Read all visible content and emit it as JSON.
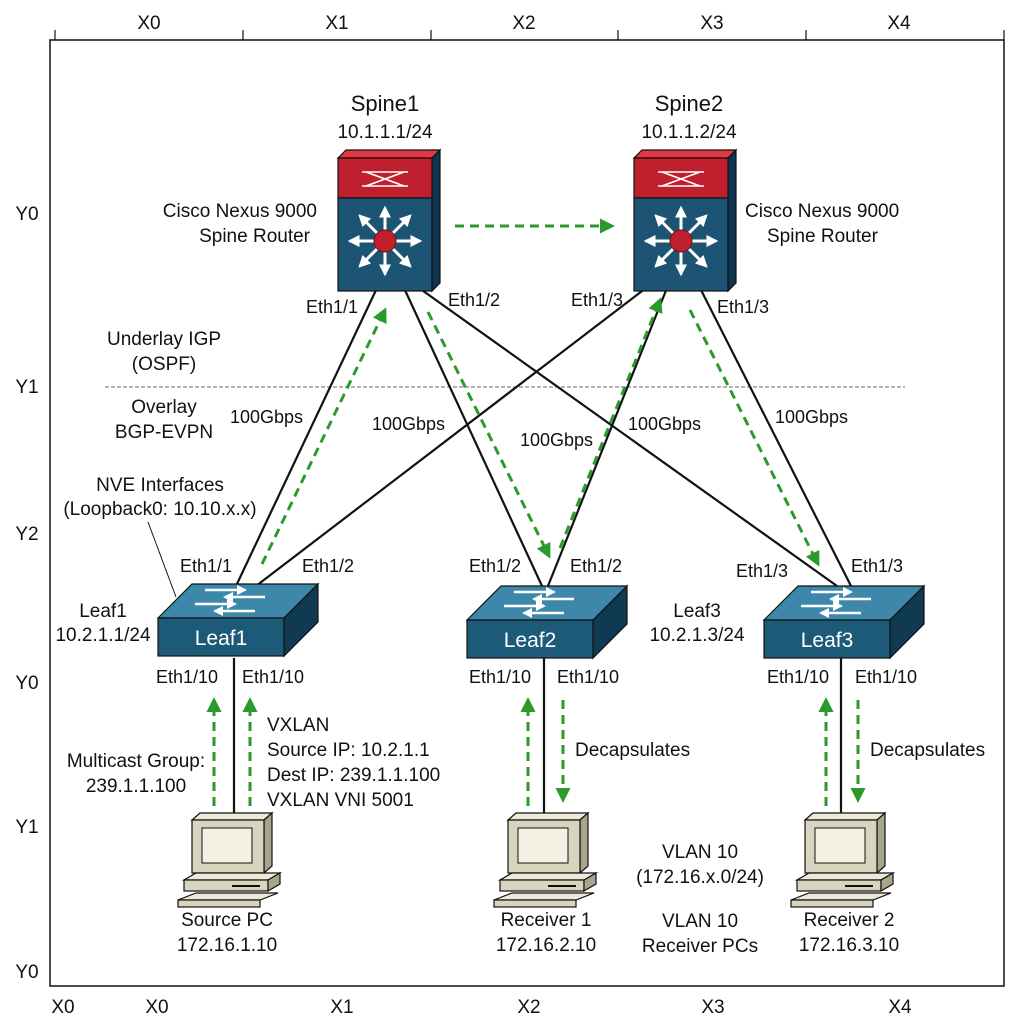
{
  "grid": {
    "top_cols": [
      "X0",
      "X1",
      "X2",
      "X3",
      "X4"
    ],
    "bottom_cols": [
      "X0",
      "X0",
      "X1",
      "X2",
      "X3",
      "X4"
    ],
    "rows": [
      "Y0",
      "Y1",
      "Y2",
      "Y0",
      "Y1",
      "Y0"
    ]
  },
  "spines": [
    {
      "name": "Spine1",
      "ip": "10.1.1.1/24",
      "model_line1": "Cisco Nexus 9000",
      "model_line2": "Spine Router"
    },
    {
      "name": "Spine2",
      "ip": "10.1.1.2/24",
      "model_line1": "Cisco Nexus 9000",
      "model_line2": "Spine Router"
    }
  ],
  "leaves": [
    {
      "name": "Leaf1",
      "label": "Leaf1",
      "ip": "10.2.1.1/24"
    },
    {
      "name": "Leaf2"
    },
    {
      "name": "Leaf3",
      "label": "Leaf3",
      "ip": "10.2.1.3/24"
    }
  ],
  "spine_ports": {
    "spine1_left": "Eth1/1",
    "spine1_right": "Eth1/2",
    "spine2_left": "Eth1/3",
    "spine2_right": "Eth1/3"
  },
  "leaf_ports": {
    "leaf1_up_left": "Eth1/1",
    "leaf1_up_right": "Eth1/2",
    "leaf2_up_left": "Eth1/2",
    "leaf2_up_right": "Eth1/2",
    "leaf3_up_left": "Eth1/3",
    "leaf3_up_right": "Eth1/3",
    "leaf1_down_left": "Eth1/10",
    "leaf1_down_right": "Eth1/10",
    "leaf2_down_left": "Eth1/10",
    "leaf2_down_right": "Eth1/10",
    "leaf3_down_left": "Eth1/10",
    "leaf3_down_right": "Eth1/10"
  },
  "links": {
    "l1": "100Gbps",
    "l2": "100Gbps",
    "l3": "100Gbps",
    "l4": "100Gbps",
    "l5": "100Gbps"
  },
  "layers": {
    "underlay_line1": "Underlay IGP",
    "underlay_line2": "(OSPF)",
    "overlay_line1": "Overlay",
    "overlay_line2": "BGP-EVPN"
  },
  "nve": {
    "line1": "NVE Interfaces",
    "line2": "(Loopback0: 10.10.x.x)"
  },
  "multicast": {
    "line1": "Multicast Group:",
    "line2": "239.1.1.100"
  },
  "vxlan_info": {
    "line1": "VXLAN",
    "line2": "Source IP: 10.2.1.1",
    "line3": "Dest IP: 239.1.1.100",
    "line4": "VXLAN VNI 5001"
  },
  "decap": {
    "receiver1": "Decapsulates",
    "receiver2": "Decapsulates"
  },
  "hosts": [
    {
      "name": "Source PC",
      "ip": "172.16.1.10"
    },
    {
      "name": "Receiver 1",
      "ip": "172.16.2.10"
    },
    {
      "name": "Receiver 2",
      "ip": "172.16.3.10"
    }
  ],
  "vlan": {
    "line1": "VLAN 10",
    "line2": "(172.16.x.0/24)",
    "line3": "VLAN 10",
    "line4": "Receiver PCs"
  },
  "colors": {
    "router_red": "#c0202e",
    "router_blue": "#1d5373",
    "switch_blue": "#1c5a78",
    "flow_green": "#2b9a2b",
    "pc_beige": "#d8d4bd"
  }
}
